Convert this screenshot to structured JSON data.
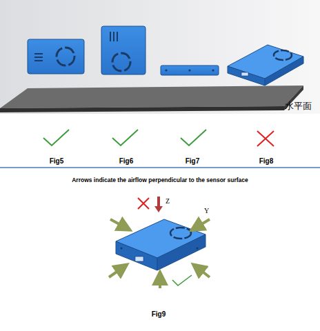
{
  "diagram": {
    "labels": [
      "水平面",
      "Fig5",
      "Fig6",
      "Fig7",
      "Fig8",
      "Arrows indicate the airflow perpendicular to the sensor surface",
      "Z",
      "Y",
      "Fig9"
    ]
  }
}
